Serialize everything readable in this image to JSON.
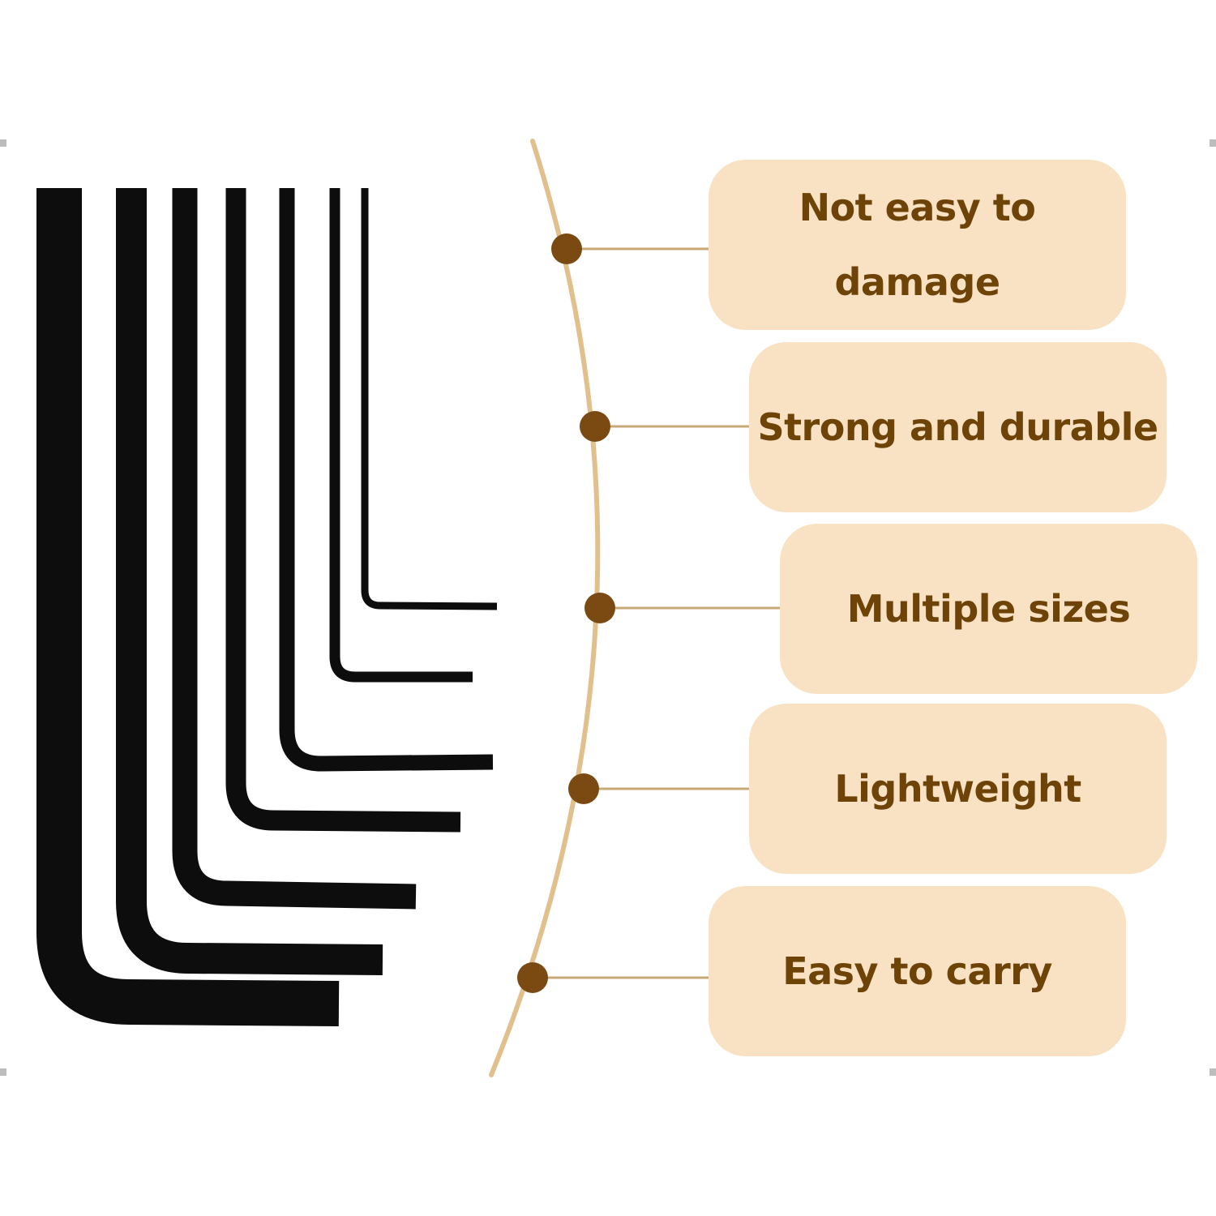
{
  "colors": {
    "background": "#ffffff",
    "box_fill": "#f8e2c3",
    "text": "#6e4308",
    "dot": "#7a4a12",
    "arc": "#e2c08e",
    "connector": "#c9a877",
    "wrench": "#0d0d0d",
    "corner_marks": "#bdbdbd"
  },
  "features": [
    {
      "label": "Not easy to damage"
    },
    {
      "label": "Strong and durable"
    },
    {
      "label": "Multiple sizes"
    },
    {
      "label": "Lightweight"
    },
    {
      "label": "Easy to carry"
    }
  ],
  "illustration": {
    "subject": "hex-key-set",
    "wrench_count": 7
  }
}
